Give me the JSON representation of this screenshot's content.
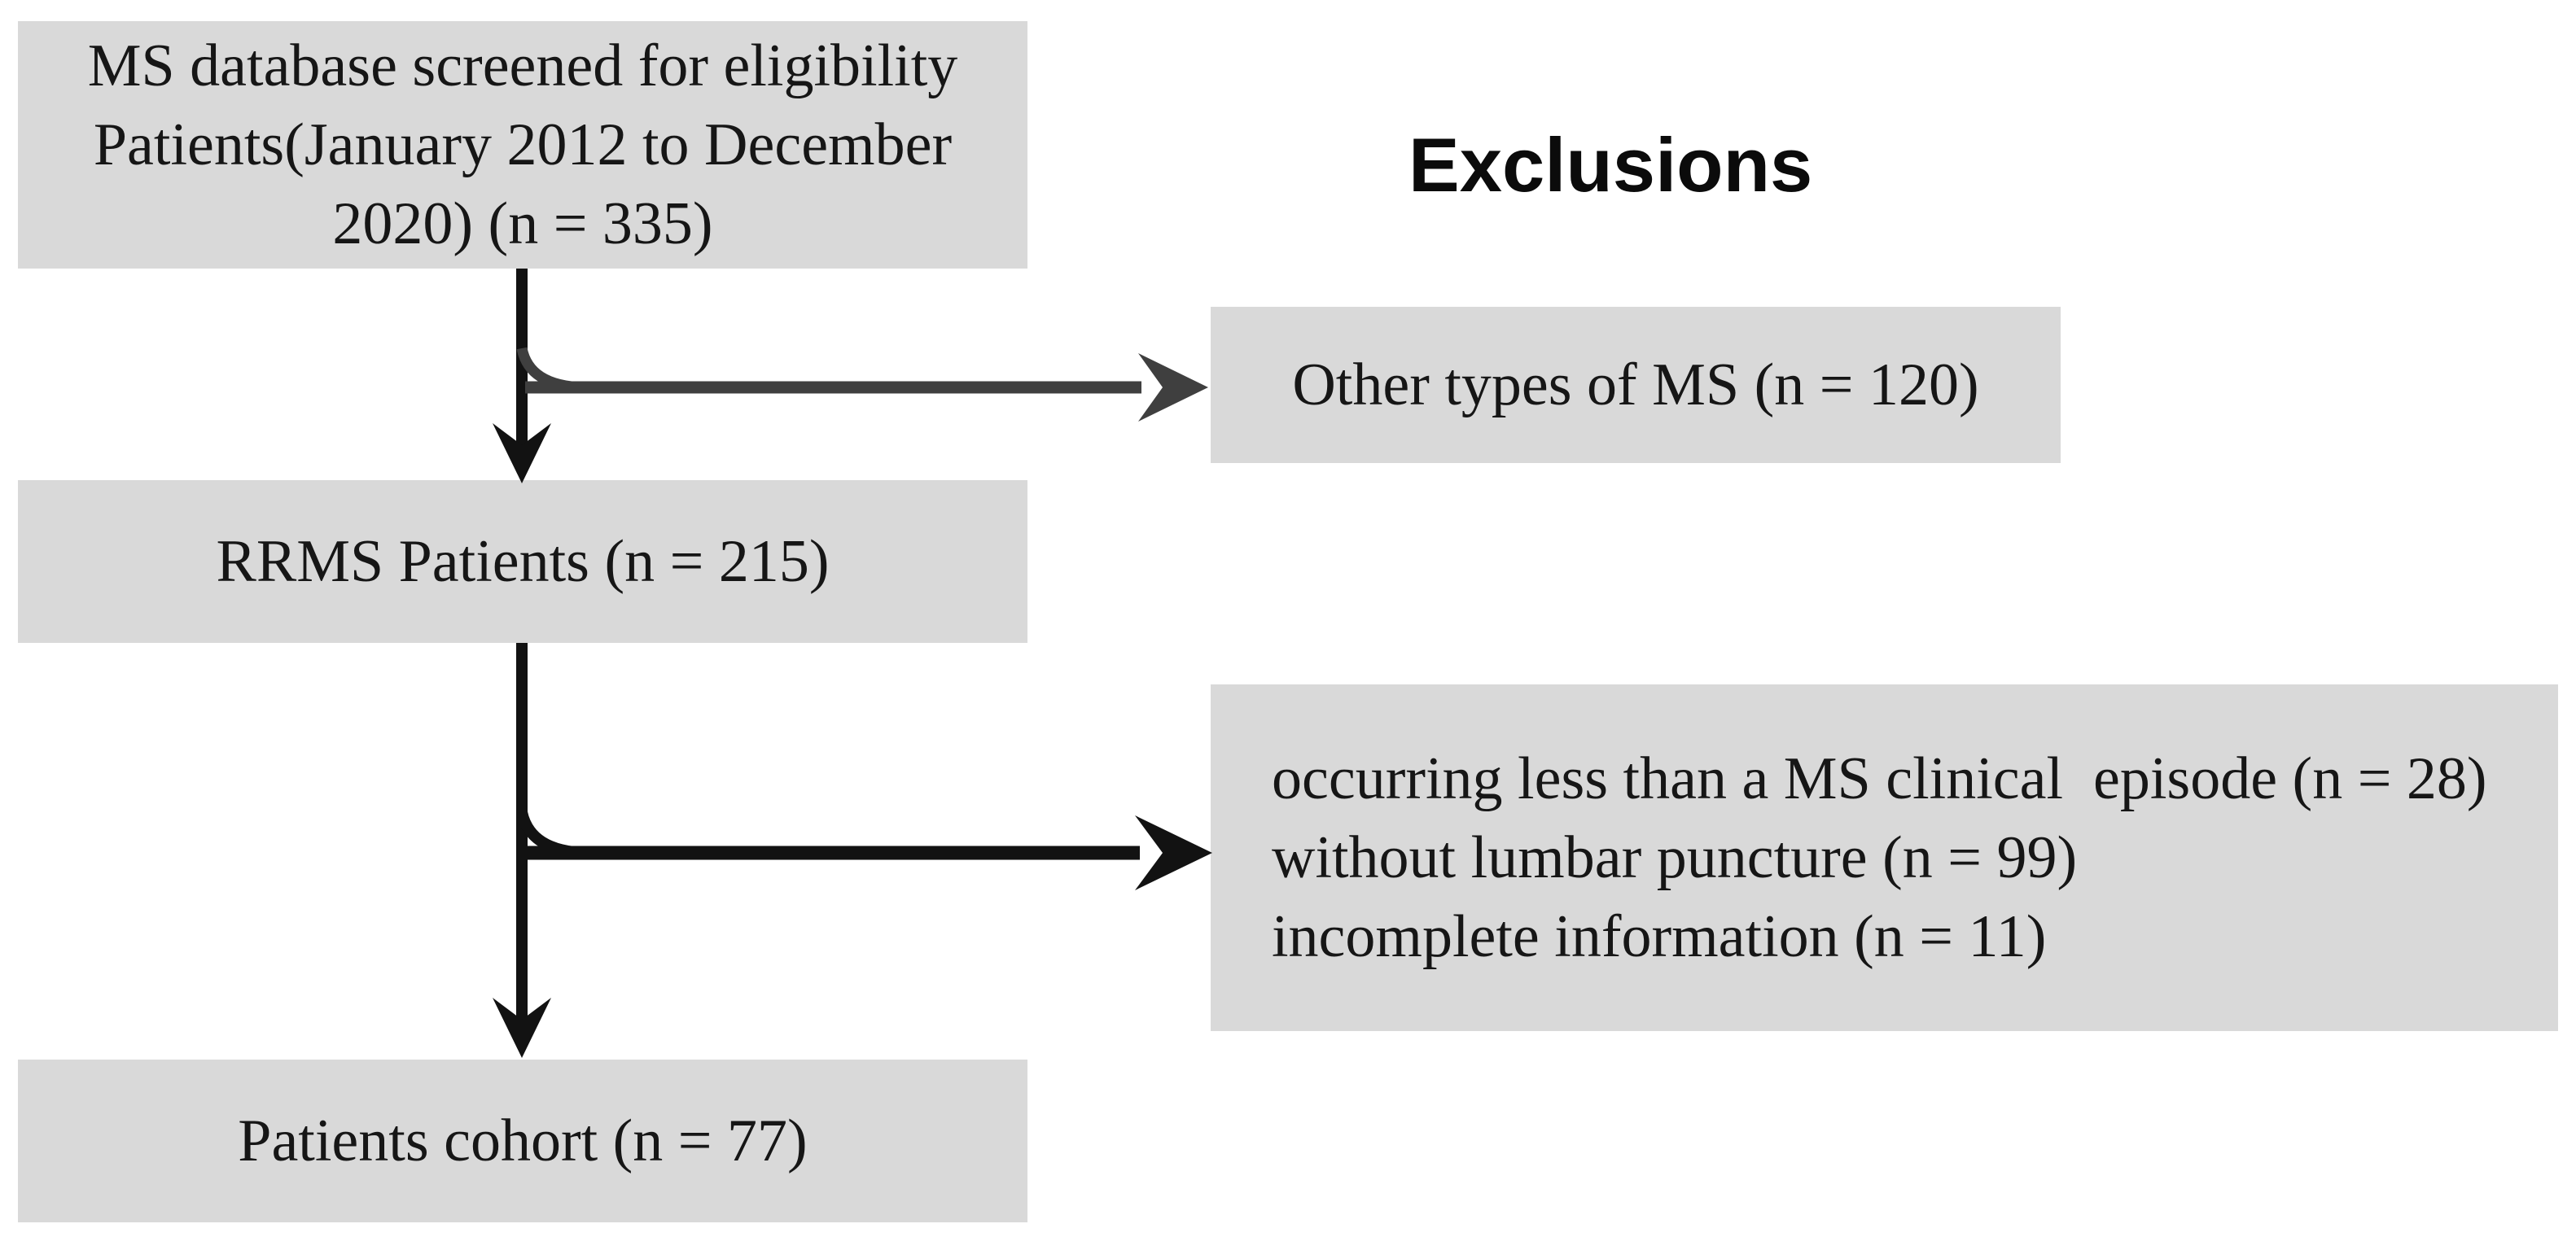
{
  "heading": "Exclusions",
  "boxes": {
    "screened": {
      "lines": [
        "MS database screened for eligibility",
        "Patients(January 2012 to December",
        "2020) (n = 335)"
      ],
      "n": 335
    },
    "rrms": {
      "lines": [
        "RRMS Patients (n = 215)"
      ],
      "n": 215
    },
    "cohort": {
      "lines": [
        "Patients cohort (n = 77)"
      ],
      "n": 77
    },
    "exclusion_other_ms": {
      "lines": [
        "Other types of MS (n = 120)"
      ],
      "n": 120
    },
    "exclusion_criteria": {
      "lines": [
        "occurring less than a MS clinical  episode (n = 28)",
        "without lumbar puncture (n = 99)",
        "incomplete information (n = 11)"
      ],
      "n_values": [
        28,
        99,
        11
      ]
    }
  },
  "flow": [
    {
      "from": "screened",
      "to": "rrms",
      "excluded_to": "exclusion_other_ms"
    },
    {
      "from": "rrms",
      "to": "cohort",
      "excluded_to": "exclusion_criteria"
    }
  ],
  "colors": {
    "box_fill": "#d9d9d9",
    "text": "#161616",
    "arrow_dark": "#121212",
    "arrow_gray": "#3f3f3f",
    "background": "#ffffff"
  }
}
